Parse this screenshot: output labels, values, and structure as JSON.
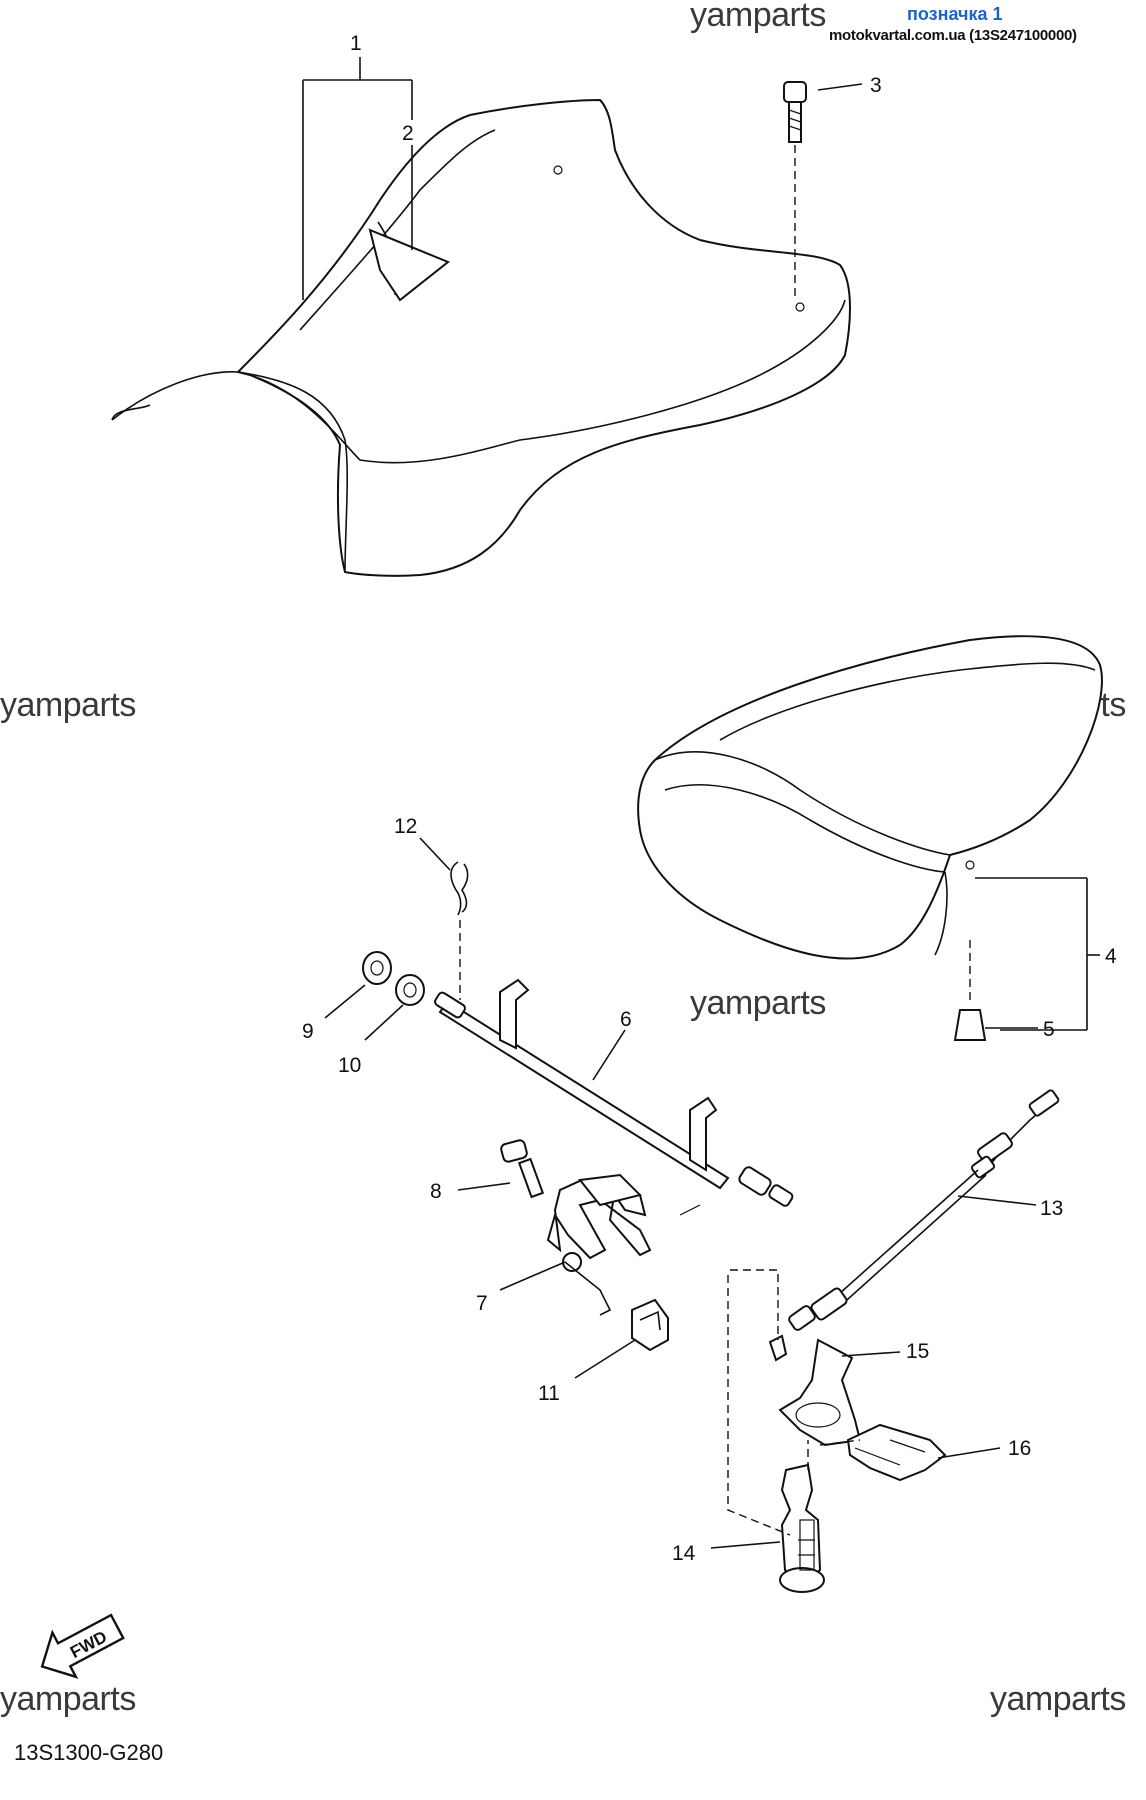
{
  "header": {
    "tag": "позначка 1",
    "source": "motokvartal.com.ua (13S247100000)"
  },
  "watermarks": [
    "yamparts",
    "yamparts",
    "yamparts",
    "yamparts",
    "yamparts",
    "yamparts"
  ],
  "diagram_code": "13S1300-G280",
  "fwd_label": "FWD",
  "callouts": [
    "1",
    "2",
    "3",
    "4",
    "5",
    "6",
    "7",
    "8",
    "9",
    "10",
    "11",
    "12",
    "13",
    "14",
    "15",
    "16"
  ]
}
